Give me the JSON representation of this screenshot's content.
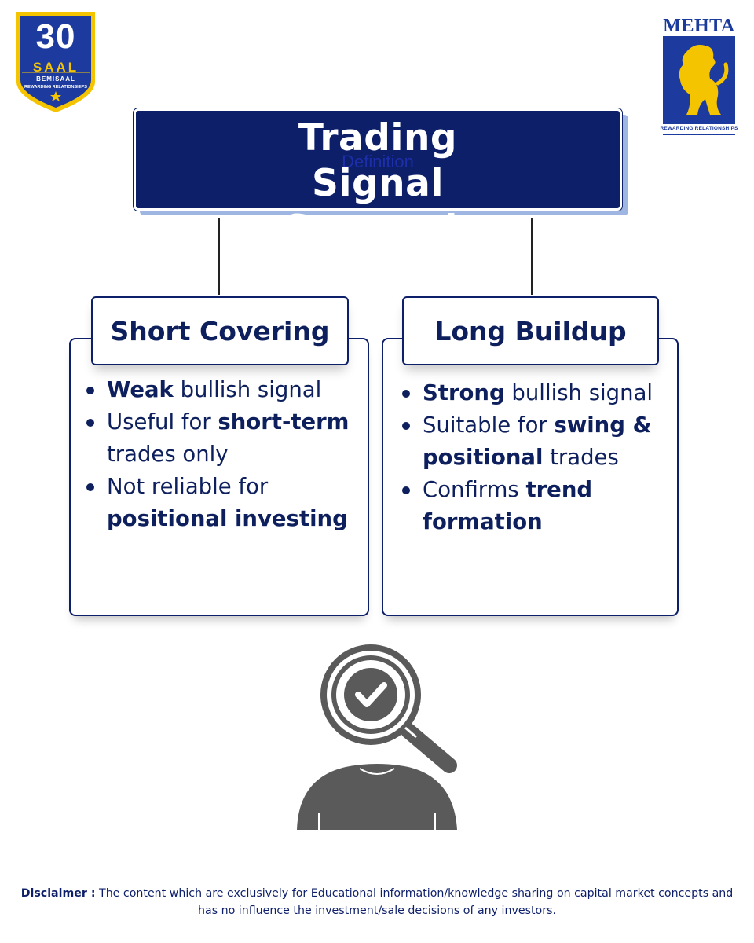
{
  "badge": {
    "number": "30",
    "word": "SAAL",
    "subtitle": "BEMISAAL",
    "tagline": "REWARDING RELATIONSHIPS",
    "icon": "shield-badge-icon",
    "colors": {
      "shield": "#1d3a9e",
      "rim": "#f5c400"
    }
  },
  "logo": {
    "name": "MEHTA",
    "tagline": "REWARDING RELATIONSHIPS",
    "icon": "lion-icon",
    "colors": {
      "box": "#1d3a9e",
      "lion": "#f5c400"
    }
  },
  "title": {
    "text": "Trading Signal Strength",
    "ghost": "Definition",
    "colors": {
      "fill": "#0d1f69",
      "shadow": "#9fb6e2"
    }
  },
  "cards": [
    {
      "heading": "Short Covering",
      "bullets": [
        {
          "bold": "Weak",
          "rest": " bullish signal"
        },
        {
          "pre": "Useful for ",
          "bold": "short-term",
          "rest": " trades only"
        },
        {
          "pre": "Not reliable for ",
          "bold": "positional investing"
        }
      ]
    },
    {
      "heading": "Long Buildup",
      "bullets": [
        {
          "bold": "Strong",
          "rest": " bullish signal"
        },
        {
          "pre": "Suitable for ",
          "bold": "swing & positional",
          "rest": " trades"
        },
        {
          "pre": "Confirms ",
          "bold": "trend formation"
        }
      ]
    }
  ],
  "illustration": {
    "icon": "person-magnifier-check-icon",
    "color": "#5a5a5a"
  },
  "disclaimer": {
    "label": "Disclaimer :",
    "text": " The content which are exclusively for Educational information/knowledge sharing on capital market concepts and has no influence the investment/sale decisions of any investors."
  },
  "colors": {
    "navy": "#0d1f69",
    "text": "#0d1f5c"
  }
}
